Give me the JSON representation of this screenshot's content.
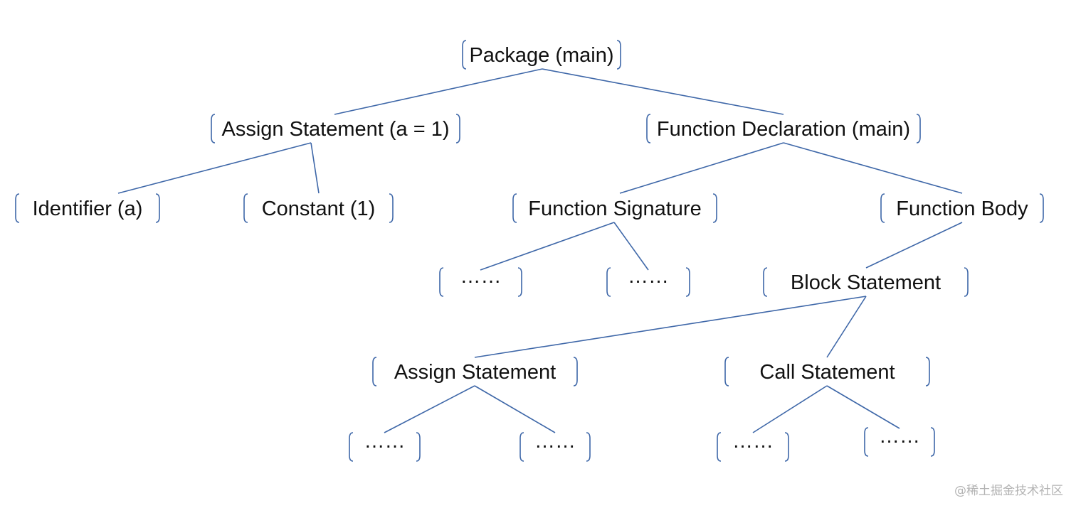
{
  "nodes": [
    {
      "id": "package",
      "label": "Package (main)"
    },
    {
      "id": "assign-stmt-top",
      "label": "Assign Statement (a = 1)"
    },
    {
      "id": "func-decl",
      "label": "Function Declaration (main)"
    },
    {
      "id": "identifier",
      "label": "Identifier (a)"
    },
    {
      "id": "constant",
      "label": "Constant (1)"
    },
    {
      "id": "func-sig",
      "label": "Function Signature"
    },
    {
      "id": "func-body",
      "label": "Function Body"
    },
    {
      "id": "sig-child-1",
      "label": "……"
    },
    {
      "id": "sig-child-2",
      "label": "……"
    },
    {
      "id": "block-stmt",
      "label": "Block Statement"
    },
    {
      "id": "assign-stmt",
      "label": "Assign Statement"
    },
    {
      "id": "call-stmt",
      "label": "Call Statement"
    },
    {
      "id": "assign-child-1",
      "label": "……"
    },
    {
      "id": "assign-child-2",
      "label": "……"
    },
    {
      "id": "call-child-1",
      "label": "……"
    },
    {
      "id": "call-child-2",
      "label": "……"
    }
  ],
  "edges": [
    [
      "package",
      "assign-stmt-top"
    ],
    [
      "package",
      "func-decl"
    ],
    [
      "assign-stmt-top",
      "identifier"
    ],
    [
      "assign-stmt-top",
      "constant"
    ],
    [
      "func-decl",
      "func-sig"
    ],
    [
      "func-decl",
      "func-body"
    ],
    [
      "func-sig",
      "sig-child-1"
    ],
    [
      "func-sig",
      "sig-child-2"
    ],
    [
      "func-body",
      "block-stmt"
    ],
    [
      "block-stmt",
      "assign-stmt"
    ],
    [
      "block-stmt",
      "call-stmt"
    ],
    [
      "assign-stmt",
      "assign-child-1"
    ],
    [
      "assign-stmt",
      "assign-child-2"
    ],
    [
      "call-stmt",
      "call-child-1"
    ],
    [
      "call-stmt",
      "call-child-2"
    ]
  ],
  "watermark": "@稀土掘金技术社区",
  "colors": {
    "line": "#3e67a8",
    "text": "#111111"
  }
}
